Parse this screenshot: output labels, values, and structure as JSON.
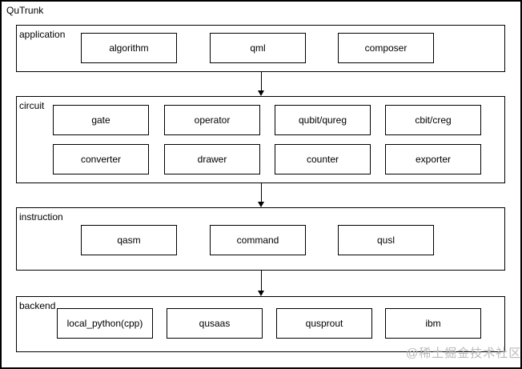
{
  "diagram": {
    "title": "QuTrunk",
    "watermark": "@稀土掘金技术社区",
    "layers": [
      {
        "name": "application",
        "boxes": [
          "algorithm",
          "qml",
          "composer"
        ]
      },
      {
        "name": "circuit",
        "boxes": [
          "gate",
          "operator",
          "qubit/qureg",
          "cbit/creg",
          "converter",
          "drawer",
          "counter",
          "exporter"
        ]
      },
      {
        "name": "instruction",
        "boxes": [
          "qasm",
          "command",
          "qusl"
        ]
      },
      {
        "name": "backend",
        "boxes": [
          "local_python(cpp)",
          "qusaas",
          "qusprout",
          "ibm"
        ]
      }
    ],
    "colors": {
      "line": "#000000",
      "background": "#ffffff",
      "watermark_gray": "#b9b9b9"
    }
  }
}
